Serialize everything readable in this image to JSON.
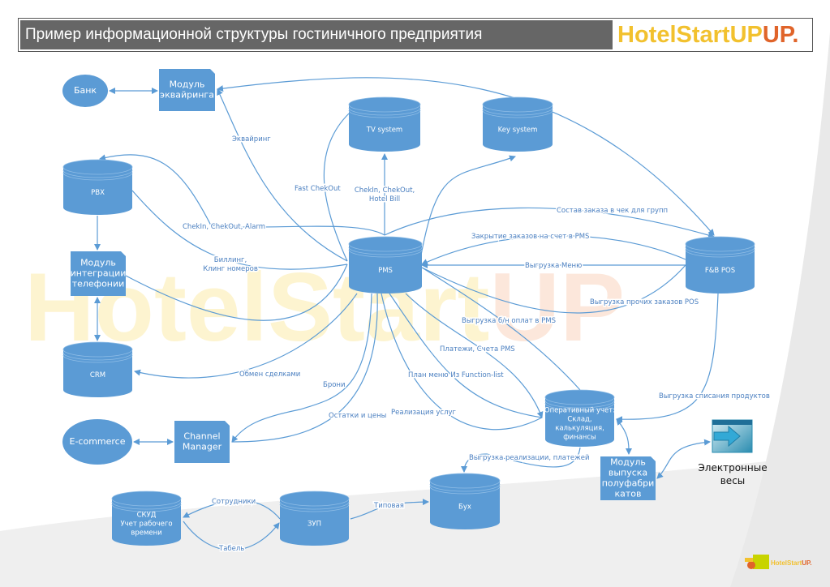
{
  "header": {
    "title": "Пример информационной структуры гостиничного предприятия",
    "brand_main": "HotelStartUP",
    "brand_accent": "."
  },
  "watermark": {
    "text_main": "HotelStart",
    "text_accent": "UP"
  },
  "nodes": {
    "bank": "Банк",
    "acquiring": [
      "Модуль",
      "эквайринга"
    ],
    "tv": "TV system",
    "key": "Key system",
    "pbx": "PBX",
    "telephony": [
      "Модуль",
      "интеграции",
      "телефонии"
    ],
    "pms": "PMS",
    "fb_pos": "F&B POS",
    "crm": "CRM",
    "ecommerce": "E-commerce",
    "channel": [
      "Channel",
      "Manager"
    ],
    "operative": [
      "Оперативный учет:",
      "Склад,",
      "калькуляция,",
      "финансы"
    ],
    "semifab": [
      "Модуль",
      "выпуска",
      "полуфабри",
      "катов"
    ],
    "scales": [
      "Электронные",
      "весы"
    ],
    "skud": [
      "СКУД",
      "Учет рабочего",
      "времени"
    ],
    "zup": "ЗУП",
    "buh": "Бух"
  },
  "edges": {
    "acquiring": "Эквайринг",
    "fast_checkout": "Fast ChekOut",
    "tv_checkin": [
      "ChekIn, ChekOut,",
      "Hotel Bill"
    ],
    "pbx_alarm": "ChekIn, ChekOut, Alarm",
    "billing": [
      "Биллинг,",
      "Клинг номеров"
    ],
    "group_check": "Состав заказа в чек для групп",
    "close_orders": "Закрытие заказов на счет в PMS",
    "menu_upload": "Выгрузка Меню",
    "other_orders": "Выгрузка прочих заказов POS",
    "cashless": "Выгрузка б/н оплат в PMS",
    "payments": "Платежи, Счета PMS",
    "menu_plan": "План меню Из Function-list",
    "deals": "Обмен сделками",
    "bookings": "Брони",
    "stock_prices": "Остатки и цены",
    "services": "Реализация услуг",
    "writeoff": "Выгрузка списания продуктов",
    "sales_payments": "Выгрузка реализации, платежей",
    "employees": "Сотрудники",
    "timesheet": "Табель",
    "typical": "Типовая"
  },
  "footer_logo": {
    "main": "HotelStart",
    "accent": "UP."
  },
  "colors": {
    "node": "#5b9bd5",
    "edge": "#5b9bd5",
    "label": "#4a7fc0",
    "title_bg": "#666666",
    "brand_yellow": "#f2c12e",
    "brand_orange": "#e0642a"
  }
}
